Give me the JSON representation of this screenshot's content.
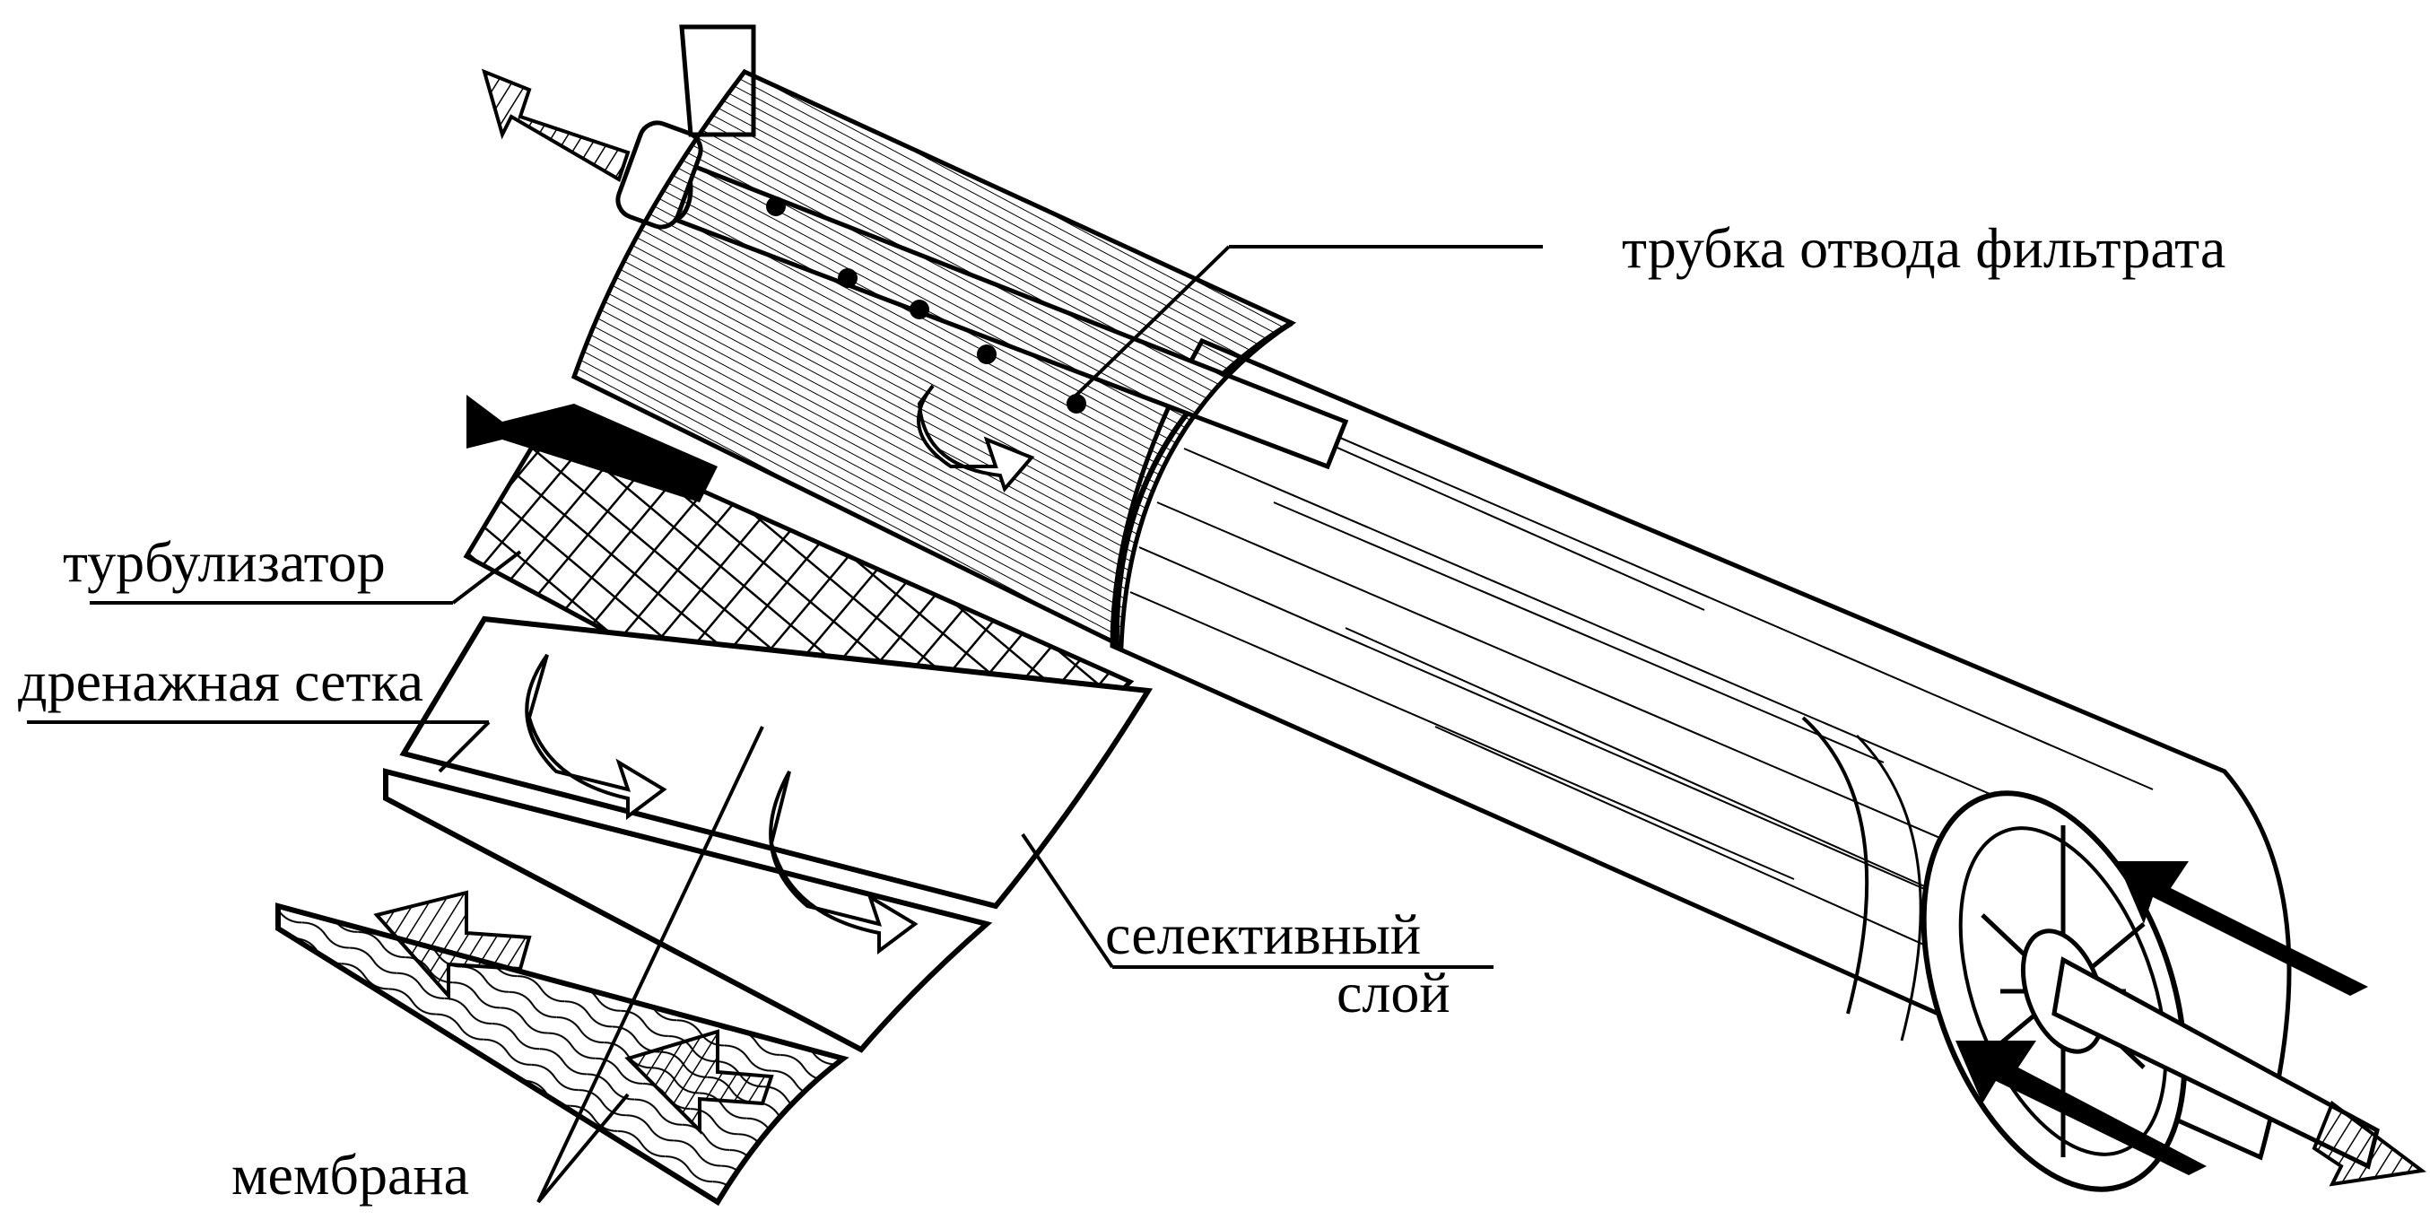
{
  "labels": {
    "filtrate_tube": "трубка отвода фильтрата",
    "turbulizer": "турбулизатор",
    "drainage_mesh": "дренажная сетка",
    "selective_layer_line1": "селективный",
    "selective_layer_line2": "слой",
    "membrane": "мембрана"
  },
  "colors": {
    "ink": "#000000",
    "paper": "#ffffff"
  }
}
